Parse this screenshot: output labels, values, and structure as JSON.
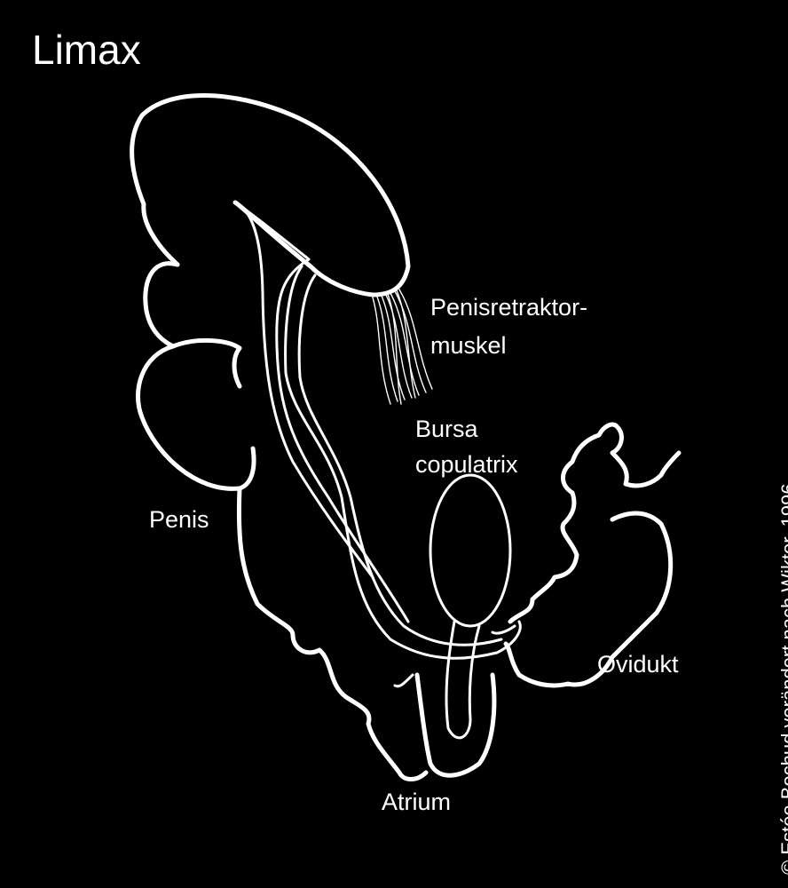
{
  "title": "Limax",
  "labels": {
    "retractor_line1": "Penisretraktor-",
    "retractor_line2": "muskel",
    "bursa_line1": "Bursa",
    "bursa_line2": "copulatrix",
    "penis": "Penis",
    "ovidukt": "Ovidukt",
    "atrium": "Atrium"
  },
  "credit": "© Estée Bochud verändert nach Wiktor, 1996",
  "colors": {
    "background": "#000000",
    "line": "#ffffff"
  }
}
